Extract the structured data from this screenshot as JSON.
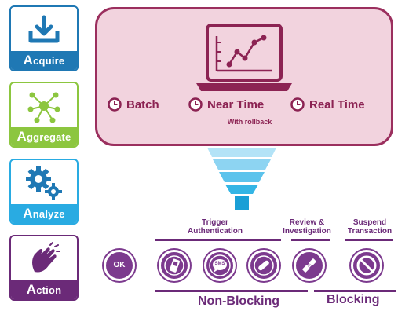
{
  "colors": {
    "acquire": "#1f78b4",
    "aggregate": "#8cc63f",
    "analyze": "#29abe2",
    "action": "#6b2a78",
    "panel_fill": "#f2d3de",
    "panel_border": "#9b2f5e",
    "funnel": "#33b5e5"
  },
  "stages": [
    {
      "first": "A",
      "rest": "cquire",
      "icon": "download-icon"
    },
    {
      "first": "A",
      "rest": "ggregate",
      "icon": "network-icon"
    },
    {
      "first": "A",
      "rest": "nalyze",
      "icon": "gears-icon"
    },
    {
      "first": "A",
      "rest": "ction",
      "icon": "hand-icon"
    }
  ],
  "modes": {
    "batch": "Batch",
    "near_time": "Near Time",
    "near_time_note": "With rollback",
    "real_time": "Real Time"
  },
  "actions": {
    "ok_label": "OK",
    "sms_label": "SMS",
    "trigger_authentication": "Trigger Authentication",
    "review_investigation": "Review & Investigation",
    "suspend_transaction": "Suspend Transaction",
    "non_blocking": "Non-Blocking",
    "blocking": "Blocking"
  }
}
